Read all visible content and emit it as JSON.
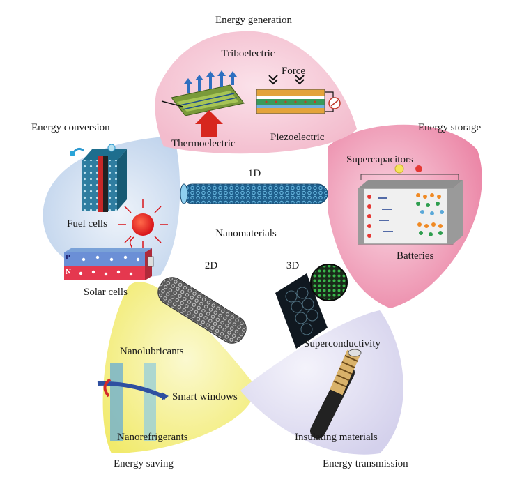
{
  "sections": {
    "generation": {
      "title": "Energy generation",
      "triboelectric": "Triboelectric",
      "force": "Force",
      "thermoelectric": "Thermoelectric",
      "piezoelectric": "Piezoelectric"
    },
    "conversion": {
      "title": "Energy conversion",
      "fuel_cells": "Fuel cells",
      "solar_cells": "Solar cells",
      "p_label": "P",
      "n_label": "N"
    },
    "storage": {
      "title": "Energy storage",
      "supercapacitors": "Supercapacitors",
      "batteries": "Batteries"
    },
    "saving": {
      "title": "Energy saving",
      "nanolubricants": "Nanolubricants",
      "smart_windows": "Smart windows",
      "nanorefrigerants": "Nanorefrigerants"
    },
    "transmission": {
      "title": "Energy transmission",
      "superconductivity": "Superconductivity",
      "insulating": "Insulating materials"
    }
  },
  "center": {
    "title": "Nanomaterials",
    "d1": "1D",
    "d2": "2D",
    "d3": "3D"
  },
  "colors": {
    "generation": "#f6c4d3",
    "conversion": "#c9d9ef",
    "storage": "#ee8aa9",
    "saving": "#f5f08a",
    "transmission": "#d9d6ee",
    "tube": "#2f86b8"
  }
}
